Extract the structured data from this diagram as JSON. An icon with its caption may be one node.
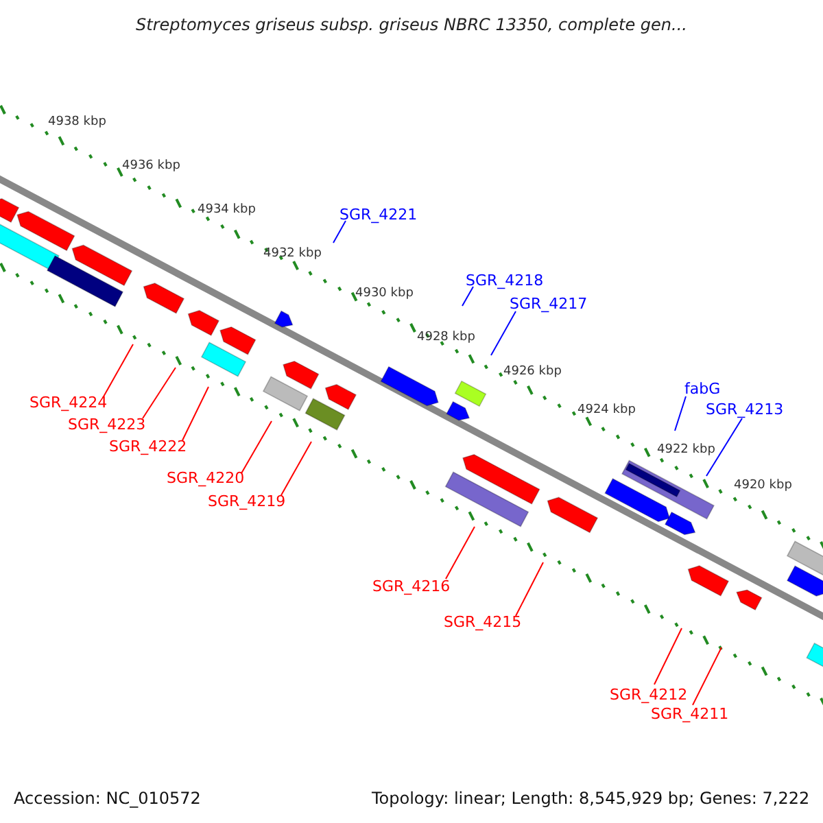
{
  "diagram": {
    "title": "Streptomyces griseus subsp. griseus NBRC 13350, complete gen...",
    "nodes": [
      {
        "text": [
          "SGR_4221"
        ]
      },
      {
        "text": [
          "SGR_4218"
        ]
      },
      {
        "text": [
          "SGR_4217"
        ]
      },
      {
        "text": [
          "fabG"
        ]
      },
      {
        "text": [
          "SGR_4213"
        ]
      },
      {
        "text": [
          "SGR_4224"
        ]
      },
      {
        "text": [
          "SGR_4223"
        ]
      },
      {
        "text": [
          "SGR_4222"
        ]
      },
      {
        "text": [
          "SGR_4220"
        ]
      },
      {
        "text": [
          "SGR_4219"
        ]
      },
      {
        "text": [
          "SGR_4216"
        ]
      },
      {
        "text": [
          "SGR_4215"
        ]
      },
      {
        "text": [
          "SGR_4212"
        ]
      },
      {
        "text": [
          "SGR_4211"
        ]
      }
    ],
    "edges": [
      {
        "from": 0,
        "to": null,
        "arrow": "none",
        "color": "#0000ff"
      },
      {
        "from": 1,
        "to": null,
        "arrow": "none",
        "color": "#0000ff"
      },
      {
        "from": 2,
        "to": null,
        "arrow": "none",
        "color": "#0000ff"
      },
      {
        "from": 3,
        "to": null,
        "arrow": "none",
        "color": "#0000ff"
      },
      {
        "from": 4,
        "to": null,
        "arrow": "none",
        "color": "#0000ff"
      },
      {
        "from": 5,
        "to": null,
        "arrow": "none"
      },
      {
        "from": 6,
        "to": null,
        "arrow": "none"
      },
      {
        "from": 7,
        "to": null,
        "arrow": "none"
      },
      {
        "from": 8,
        "to": null,
        "arrow": "none"
      },
      {
        "from": 9,
        "to": null,
        "arrow": "none"
      },
      {
        "from": 10,
        "to": null,
        "arrow": "none"
      },
      {
        "from": 11,
        "to": null,
        "arrow": "none"
      },
      {
        "from": 12,
        "to": null,
        "arrow": "none"
      },
      {
        "from": 13,
        "to": null,
        "arrow": "none"
      }
    ],
    "labels": [
      "4938 kbp",
      "4936 kbp",
      "4934 kbp",
      "4932 kbp",
      "4930 kbp",
      "4928 kbp",
      "4926 kbp",
      "4924 kbp",
      "4922 kbp",
      "4920 kbp",
      "Accession: NC_010572",
      "Topology: linear; Length: 8,545,929 bp; Genes: 7,222"
    ]
  }
}
